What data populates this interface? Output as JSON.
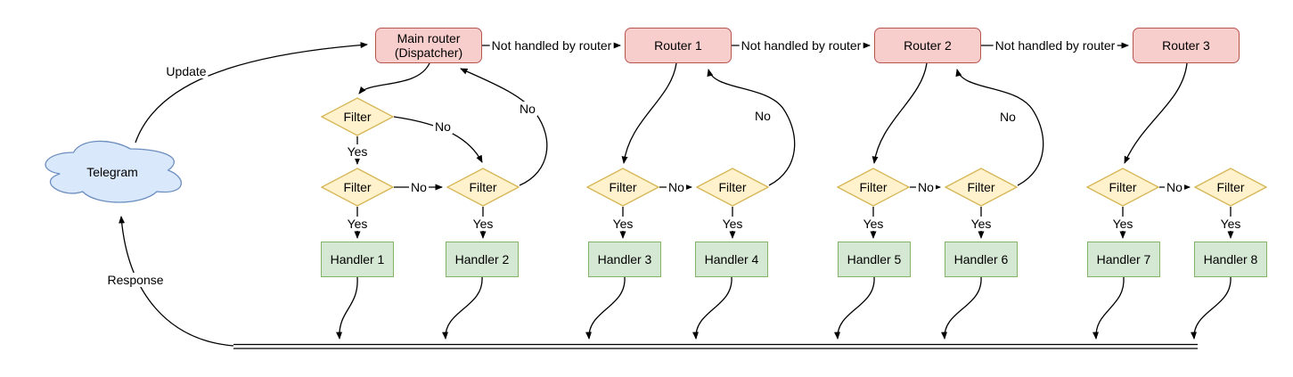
{
  "diagram": {
    "cloud": {
      "label": "Telegram"
    },
    "dispatcher": {
      "label_line1": "Main router",
      "label_line2": "(Dispatcher)"
    },
    "routers": [
      "Router 1",
      "Router 2",
      "Router 3"
    ],
    "filter_label": "Filter",
    "handlers": [
      "Handler 1",
      "Handler 2",
      "Handler 3",
      "Handler 4",
      "Handler 5",
      "Handler 6",
      "Handler 7",
      "Handler 8"
    ],
    "edge_labels": {
      "update": "Update",
      "response": "Response",
      "not_handled": "Not handled by router",
      "yes": "Yes",
      "no": "No"
    },
    "colors": {
      "cloud_fill": "#dae8fc",
      "cloud_stroke": "#6c8ebf",
      "router_fill": "#f8cecc",
      "router_stroke": "#b85450",
      "filter_fill": "#fff2cc",
      "filter_stroke": "#d6b656",
      "handler_fill": "#d5e8d4",
      "handler_stroke": "#82b366",
      "edge": "#000000"
    }
  }
}
